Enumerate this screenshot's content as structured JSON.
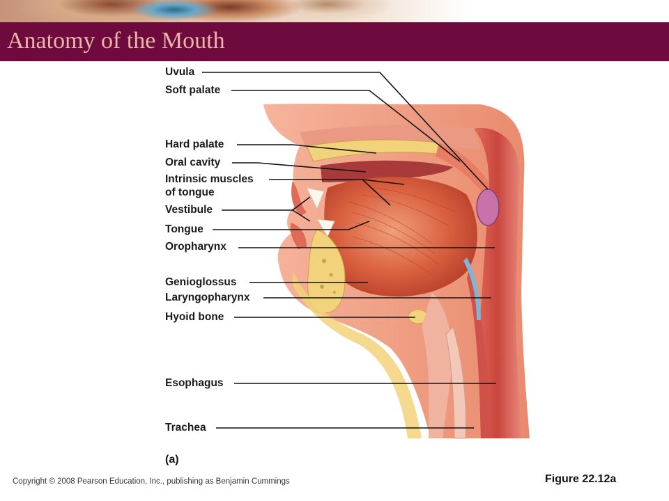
{
  "title": "Anatomy of the Mouth",
  "labels": {
    "uvula": "Uvula",
    "soft_palate": "Soft palate",
    "hard_palate": "Hard palate",
    "oral_cavity": "Oral cavity",
    "intrinsic_1": "Intrinsic muscles",
    "intrinsic_2": "of tongue",
    "vestibule": "Vestibule",
    "tongue": "Tongue",
    "oropharynx": "Oropharynx",
    "genioglossus": "Genioglossus",
    "laryngopharynx": "Laryngopharynx",
    "hyoid_bone": "Hyoid bone",
    "esophagus": "Esophagus",
    "trachea": "Trachea"
  },
  "panel_label": "(a)",
  "figure_caption": "Figure 22.12a",
  "copyright": "Copyright © 2008 Pearson Education, Inc., publishing as Benjamin Cummings",
  "colors": {
    "title_bar": "#6e0a3d",
    "title_text": "#e9b6a8",
    "muscle": "#d9603f",
    "bone": "#f2d27a",
    "mucosa": "#e8857a"
  }
}
